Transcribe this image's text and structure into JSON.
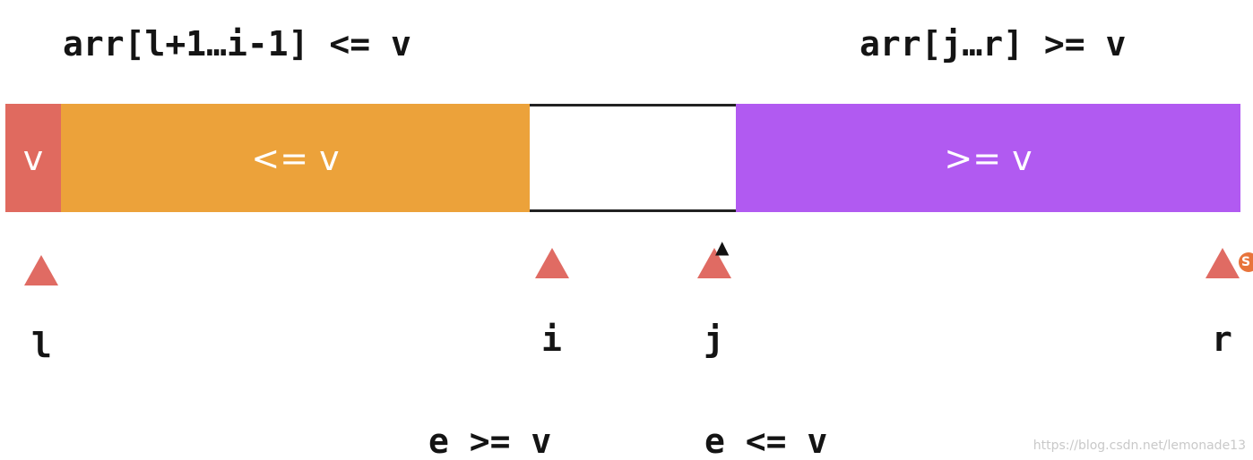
{
  "headings": {
    "left": "arr[l+1…i-1] <= v",
    "right": "arr[j…r] >= v"
  },
  "segments": {
    "pivot": {
      "label": "v",
      "color": "#e06a5f"
    },
    "less_equal": {
      "label": "<= v",
      "color": "#eca23a"
    },
    "unprocessed": {
      "label": "",
      "color": "#ffffff"
    },
    "greater_equal": {
      "label": ">= v",
      "color": "#b15af1"
    }
  },
  "pointers": {
    "l": "l",
    "i": "i",
    "j": "j",
    "r": "r"
  },
  "conditions": {
    "i_stop": "e >= v",
    "j_stop": "e <= v"
  },
  "badge": {
    "label": "S",
    "icon": "logo-icon"
  },
  "watermark": "https://blog.csdn.net/lemonade13"
}
